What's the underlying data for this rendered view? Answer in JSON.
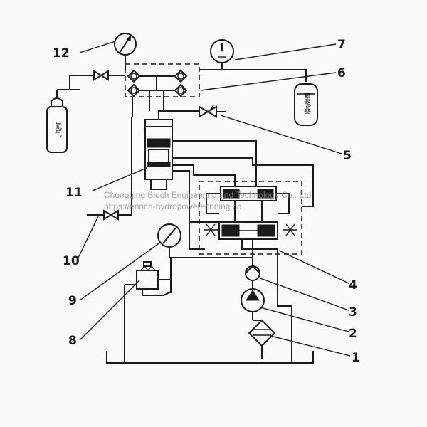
{
  "labels": {
    "n1": "1",
    "n2": "2",
    "n3": "3",
    "n4": "4",
    "n5": "5",
    "n6": "6",
    "n7": "7",
    "n8": "8",
    "n9": "9",
    "n10": "10",
    "n11": "11",
    "n12": "12"
  },
  "nitrogen_bottle_text": "氮气",
  "accumulator_text": "蓄能器",
  "watermark": {
    "line1": "Chongqing Bluch Engineering and Technology Co., Ltd",
    "line2": "https://enrich-hydropowerecnning.cn"
  },
  "colors": {
    "ink": "#1a1a1a",
    "paper": "#fafafa"
  }
}
